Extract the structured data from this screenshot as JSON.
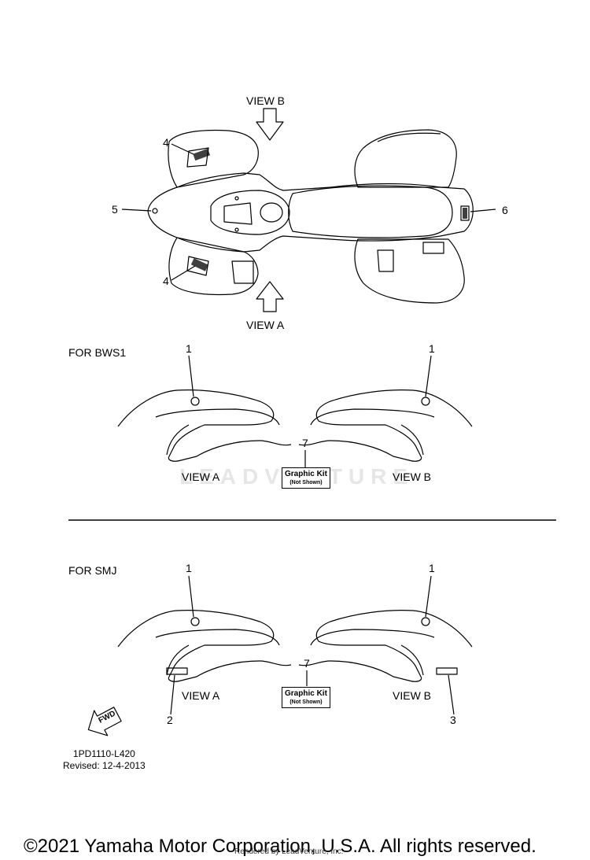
{
  "views": {
    "view_a": "VIEW A",
    "view_b": "VIEW B"
  },
  "callouts": [
    "1",
    "2",
    "3",
    "4",
    "5",
    "6",
    "7"
  ],
  "sections": {
    "bws1": "FOR BWS1",
    "smj": "FOR SMJ"
  },
  "graphic_kit": {
    "title": "Graphic Kit",
    "note": "(Not Shown)"
  },
  "fwd": "FWD",
  "part_number": "1PD1110-L420",
  "revised": "Revised: 12-4-2013",
  "watermark": "LEADVENTURE",
  "copyright": "©2021 Yamaha Motor Corporation, U.S.A. All rights reserved.",
  "rendered_by": "Rendered by LeadVenture, Inc."
}
